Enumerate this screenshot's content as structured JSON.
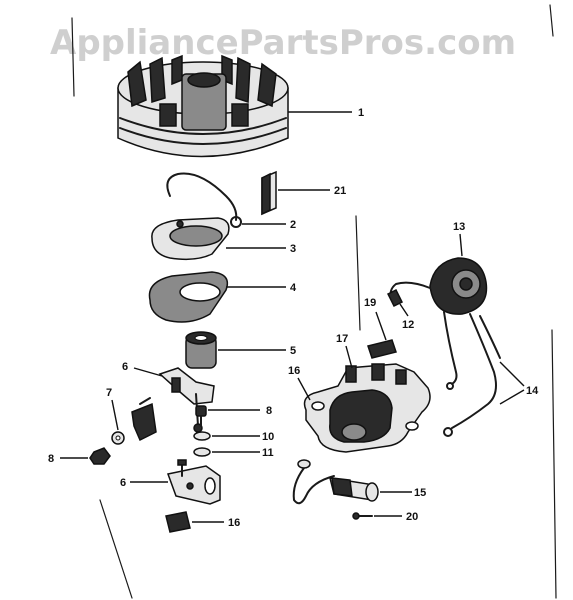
{
  "watermark": "AppliancePartsPros.com",
  "callouts": {
    "n1": "1",
    "n2": "2",
    "n3": "3",
    "n4": "4",
    "n5": "5",
    "n6a": "6",
    "n6b": "6",
    "n7": "7",
    "n8a": "8",
    "n8b": "8",
    "n10": "10",
    "n11": "11",
    "n12": "12",
    "n13": "13",
    "n14": "14",
    "n15": "15",
    "n16a": "16",
    "n16b": "16",
    "n17": "17",
    "n19": "19",
    "n20": "20",
    "n21": "21"
  },
  "colors": {
    "ink": "#1a1a1a",
    "watermark": "#cfcfcf"
  }
}
